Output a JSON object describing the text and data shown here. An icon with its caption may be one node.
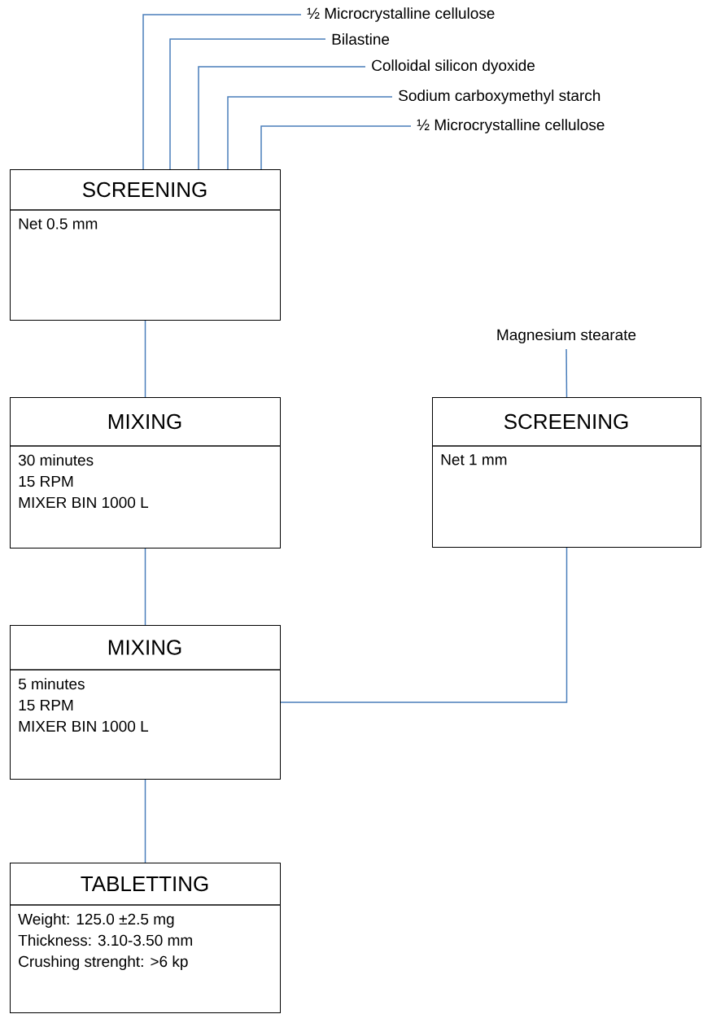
{
  "diagram": {
    "nodes": [
      {
        "text": [
          "½ Microcrystalline cellulose"
        ]
      },
      {
        "text": [
          "Bilastine"
        ]
      },
      {
        "text": [
          "Colloidal silicon dyoxide"
        ]
      },
      {
        "text": [
          "Sodium carboxymethyl starch"
        ]
      },
      {
        "text": [
          "½ Microcrystalline cellulose"
        ]
      },
      {
        "text": [
          "SCREENING",
          "Net 0.5 mm"
        ]
      },
      {
        "text": [
          "Magnesium stearate"
        ]
      },
      {
        "text": [
          "MIXING",
          "30 minutes",
          "15 RPM",
          "MIXER BIN 1000 L"
        ]
      },
      {
        "text": [
          "SCREENING",
          "Net 1 mm"
        ]
      },
      {
        "text": [
          "MIXING",
          "5 minutes",
          "15 RPM",
          "MIXER BIN 1000 L"
        ]
      },
      {
        "text": [
          "TABLETTING",
          "Weight: 125.0 ±2.5 mg",
          "Thickness: 3.10-3.50 mm",
          "Crushing strenght: >6 kp"
        ]
      }
    ],
    "edges": [
      {
        "from": 0,
        "to": 5,
        "arrow": "none"
      },
      {
        "from": 1,
        "to": 5,
        "arrow": "none"
      },
      {
        "from": 2,
        "to": 5,
        "arrow": "none"
      },
      {
        "from": 3,
        "to": 5,
        "arrow": "none"
      },
      {
        "from": 4,
        "to": 5,
        "arrow": "none"
      },
      {
        "from": 5,
        "to": 7,
        "arrow": "none"
      },
      {
        "from": 6,
        "to": 8,
        "arrow": "none"
      },
      {
        "from": 7,
        "to": 9,
        "arrow": "none"
      },
      {
        "from": 8,
        "to": 9,
        "arrow": "none"
      },
      {
        "from": 9,
        "to": 10,
        "arrow": "none"
      }
    ]
  }
}
